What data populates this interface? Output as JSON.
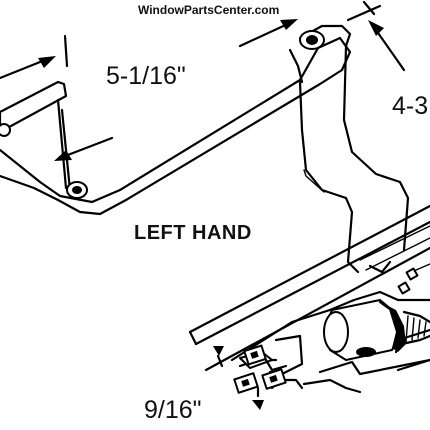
{
  "watermark": "WindowPartsCenter.com",
  "labels": {
    "arm_length": "5-1/16\"",
    "side_dimension": "4-3",
    "hand": "LEFT HAND",
    "bracket_dimension": "9/16\""
  },
  "colors": {
    "ink": "#000000",
    "paper": "#ffffff"
  }
}
